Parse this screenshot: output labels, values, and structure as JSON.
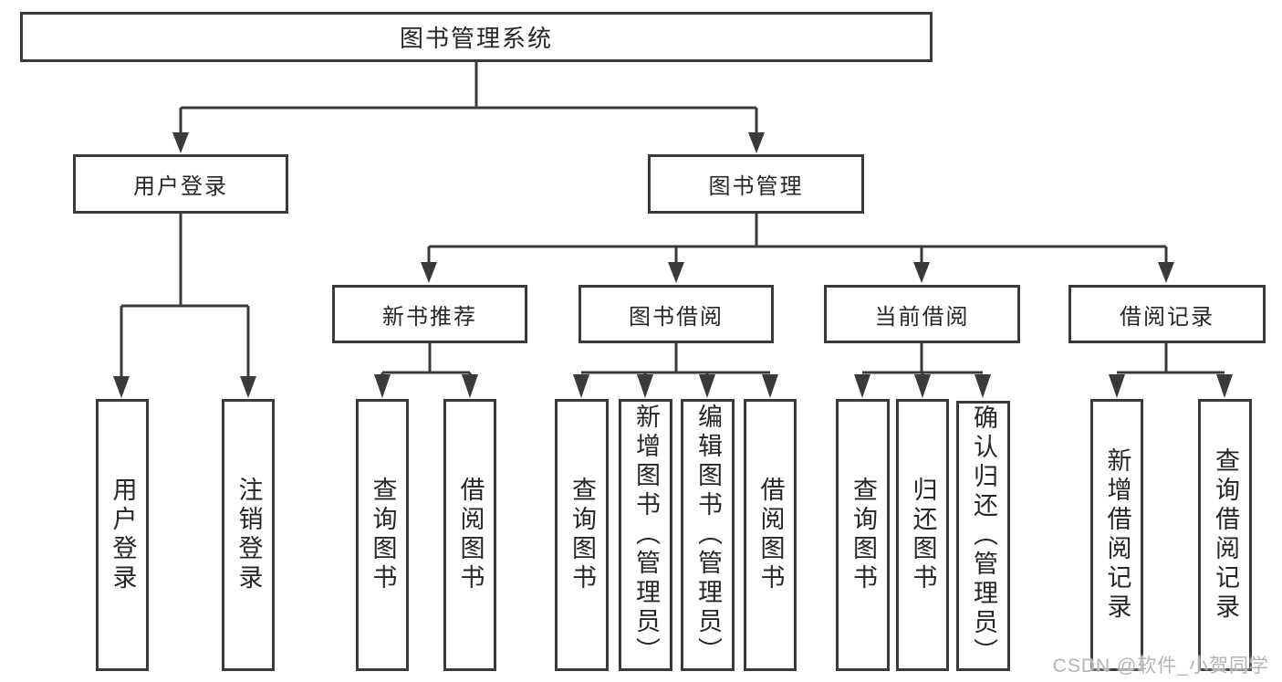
{
  "tree": {
    "label": "图书管理系统",
    "children": [
      {
        "label": "用户登录",
        "children": [
          {
            "label": "用户登录"
          },
          {
            "label": "注销登录"
          }
        ]
      },
      {
        "label": "图书管理",
        "children": [
          {
            "label": "新书推荐",
            "children": [
              {
                "label": "查询图书"
              },
              {
                "label": "借阅图书"
              }
            ]
          },
          {
            "label": "图书借阅",
            "children": [
              {
                "label": "查询图书"
              },
              {
                "label": "新增图书（管理员）"
              },
              {
                "label": "编辑图书（管理员）"
              },
              {
                "label": "借阅图书"
              }
            ]
          },
          {
            "label": "当前借阅",
            "children": [
              {
                "label": "查询图书"
              },
              {
                "label": "归还图书"
              },
              {
                "label": "确认归还（管理员）"
              }
            ]
          },
          {
            "label": "借阅记录",
            "children": [
              {
                "label": "新增借阅记录"
              },
              {
                "label": "查询借阅记录"
              }
            ]
          }
        ]
      }
    ]
  },
  "watermark": "CSDN @软件_小贺同学",
  "colors": {
    "line": "#3a3a3a",
    "text": "#262626",
    "background": "#ffffff",
    "watermark": "#b5b5b5"
  }
}
